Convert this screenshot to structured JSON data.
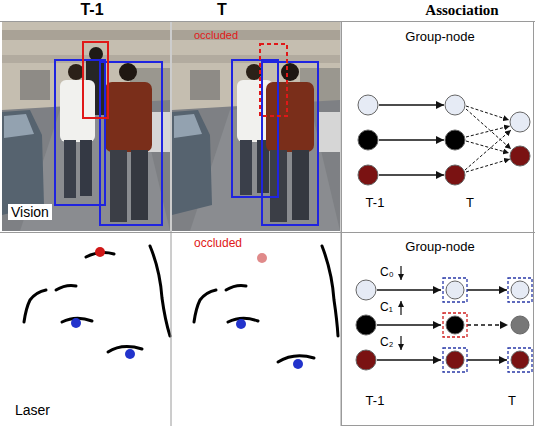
{
  "diagram": {
    "labels": [
      "T-1",
      "T",
      "Association",
      "occluded",
      "Group-node",
      "T-1",
      "T",
      "Vision",
      "occluded",
      "Group-node",
      "C₀",
      "C₁",
      "C₂",
      "T-1",
      "T",
      "Laser"
    ]
  }
}
